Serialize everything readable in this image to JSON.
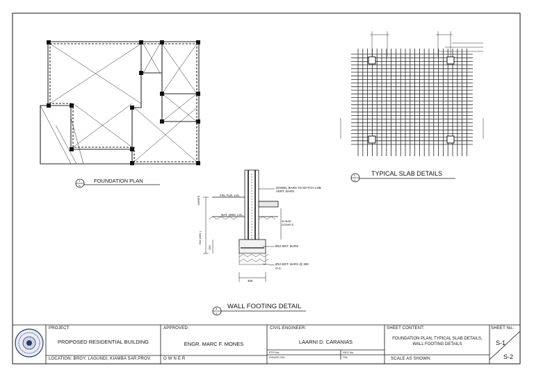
{
  "plans": {
    "foundation_title": "FOUNDATION PLAN",
    "slab_title": "TYPICAL SLAB DETAILS",
    "footing_title": "WALL FOOTING DETAIL",
    "markers": {
      "foundation": {
        "num": "1",
        "sheet": "S"
      },
      "slab": {
        "num": "2",
        "sheet": "S"
      },
      "footing": {
        "num": "3",
        "sheet": "S"
      }
    }
  },
  "footing": {
    "dowel_note": "DOWEL BARS TO MATCH CHB VERT. BARS",
    "fin_flr": "FIN. FLR. LVL.",
    "nat_grd": "NAT. GRD. LVL.",
    "varies": "VARIES",
    "bar_dowels": "30 BAR DOWELS",
    "min": "600 (MIN.)",
    "dim_250": "250",
    "bot_bars_1": "Ø10 BOT. BARS",
    "bot_bars_2": "Ø10 BOT. BARS @ 300 O.C.",
    "width": "400"
  },
  "title_block": {
    "project_label": "PROJECT:",
    "project": "PROPOSED RESIDENTIAL BUILDING",
    "location": "LOCATION: BRGY. LAGUNDI, KIAMBA SAR.PROV.",
    "approved_label": "APPROVED:",
    "approver": "ENGR. MARC F. MONES",
    "owner": "O W N E R",
    "civil_label": "CIVIL ENGINEER:",
    "engineer": "LAARNI D. CARANIAS",
    "ptr": "PTR No:",
    "reg": "REG No:",
    "issued": "ISSUED ON:",
    "tin": "TIN:",
    "content_label": "SHEET CONTENT:",
    "content": "FOUNDATION PLAN, TYPICAL SLAB DETAILS, WALL FOOTING DETAILS",
    "scale": "SCALE AS SHOWN:",
    "sheet_label": "SHEET No.:",
    "sheet_num": "S-1",
    "sheet_total": "S-2"
  }
}
